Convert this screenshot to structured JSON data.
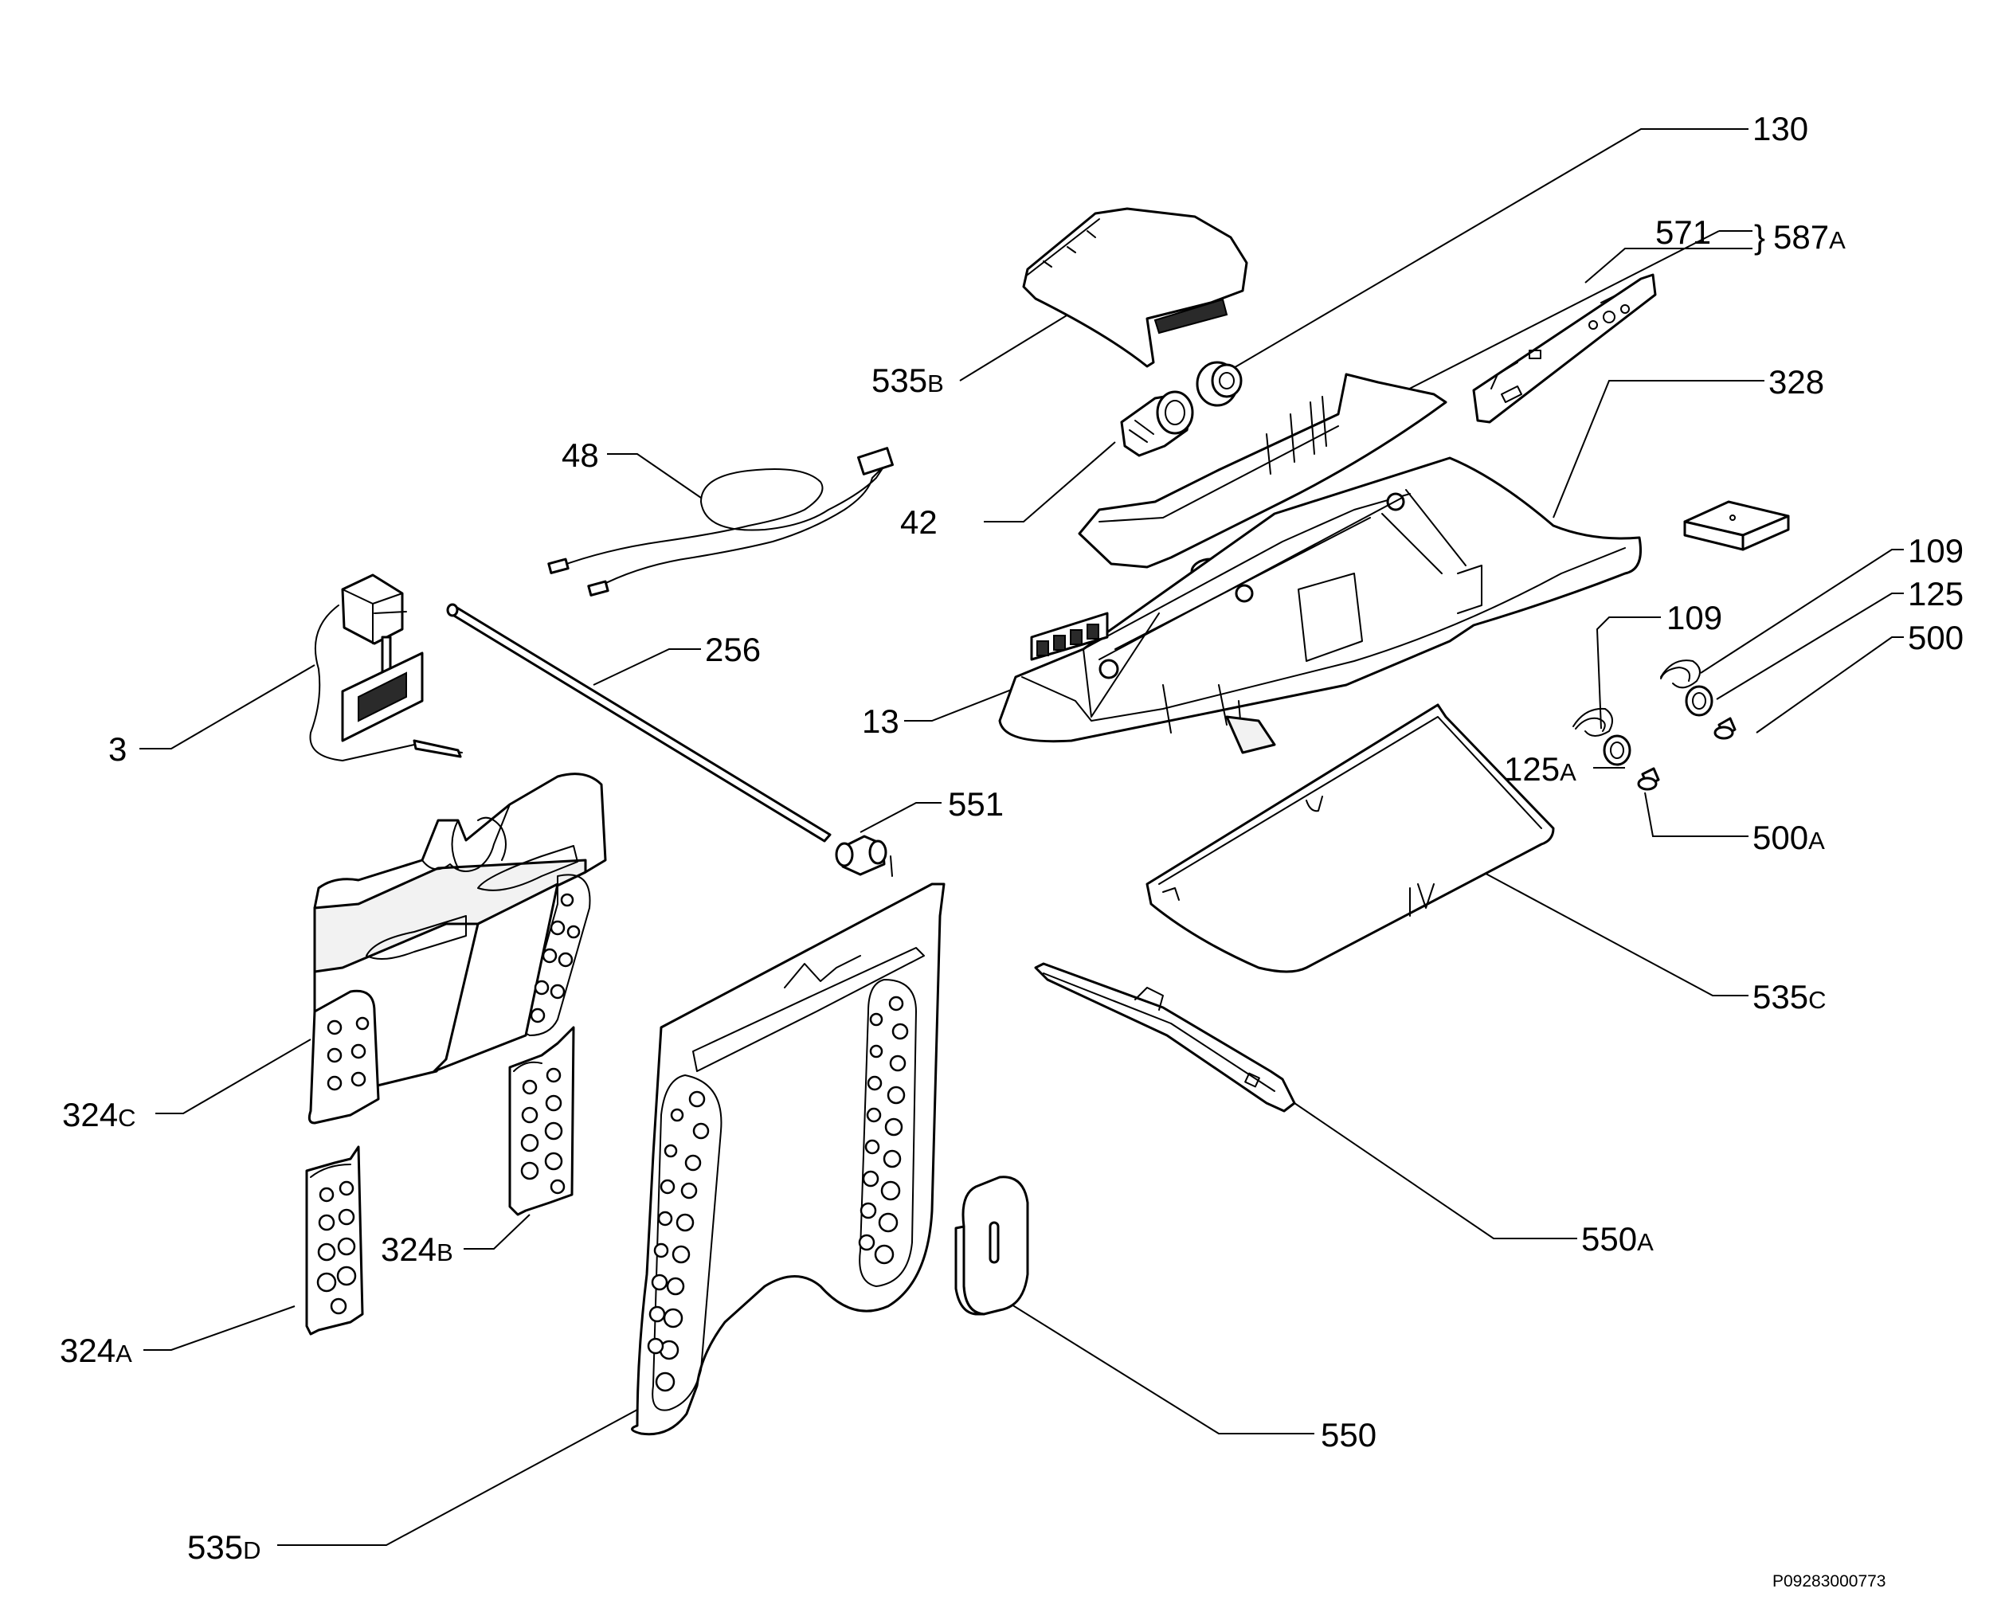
{
  "callouts": {
    "c130": "130",
    "c571": "571",
    "c587": "587",
    "c587_sfx": "A",
    "c535b": "535",
    "c535b_sfx": "B",
    "c328": "328",
    "c48": "48",
    "c42": "42",
    "c109a": "109",
    "c109b": "109",
    "c125": "125",
    "c500": "500",
    "c256": "256",
    "c13": "13",
    "c125a": "125",
    "c125a_sfx": "A",
    "c3": "3",
    "c551": "551",
    "c500a": "500",
    "c500a_sfx": "A",
    "c535c": "535",
    "c535c_sfx": "C",
    "c324c": "324",
    "c324c_sfx": "C",
    "c550a": "550",
    "c550a_sfx": "A",
    "c324b": "324",
    "c324b_sfx": "B",
    "c324a": "324",
    "c324a_sfx": "A",
    "c550": "550",
    "c535d": "535",
    "c535d_sfx": "D"
  },
  "brace": "}",
  "reference_code": "P09283000773"
}
